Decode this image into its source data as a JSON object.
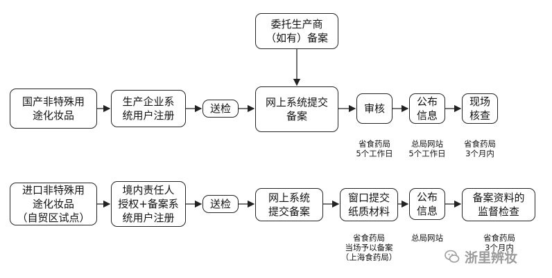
{
  "row1": {
    "boxes": [
      "委托生产商\n（如有）备案",
      "国产非特殊用\n途化妆品",
      "生产企业系\n统用户注册",
      "送检",
      "网上系统提交\n备案",
      "审核",
      "公布\n信息",
      "现场\n核查"
    ],
    "notes": [
      "省食药局\n5个工作日",
      "总局网站\n5个工作日",
      "省食药局\n3个月内"
    ]
  },
  "row2": {
    "boxes": [
      "进口非特殊用\n途化妆品\n（自贸区试点）",
      "境内责任人\n授权+备案系\n统用户注册",
      "送检",
      "网上系统\n提交备案",
      "窗口提交\n纸质材料",
      "公布\n信息",
      "备案资料的\n监督检查"
    ],
    "notes": [
      "省食药局\n当场予以备案\n（上海食药局）",
      "总局网站",
      "省食药局\n3个月内"
    ]
  },
  "watermark": "浙里辨妆"
}
